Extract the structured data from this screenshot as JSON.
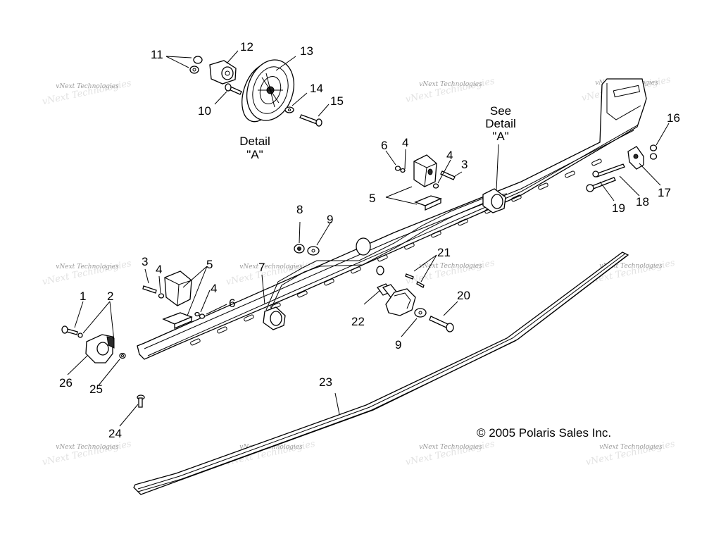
{
  "callouts": [
    "1",
    "2",
    "3",
    "3",
    "4",
    "4",
    "4",
    "4",
    "5",
    "5",
    "6",
    "6",
    "7",
    "8",
    "9",
    "9",
    "10",
    "11",
    "12",
    "13",
    "14",
    "15",
    "16",
    "17",
    "18",
    "19",
    "20",
    "21",
    "22",
    "23",
    "24",
    "25",
    "26"
  ],
  "detail_label": {
    "line1": "Detail",
    "line2": "\"A\""
  },
  "see_detail_label": {
    "line1": "See",
    "line2": "Detail",
    "line3": "\"A\""
  },
  "copyright": "© 2005 Polaris Sales Inc.",
  "watermark": {
    "text": "vNext Technologies",
    "shadow": "vNext Technologies"
  },
  "colors": {
    "line": "#000000",
    "background": "#ffffff",
    "watermark": "#9a9a9a"
  }
}
